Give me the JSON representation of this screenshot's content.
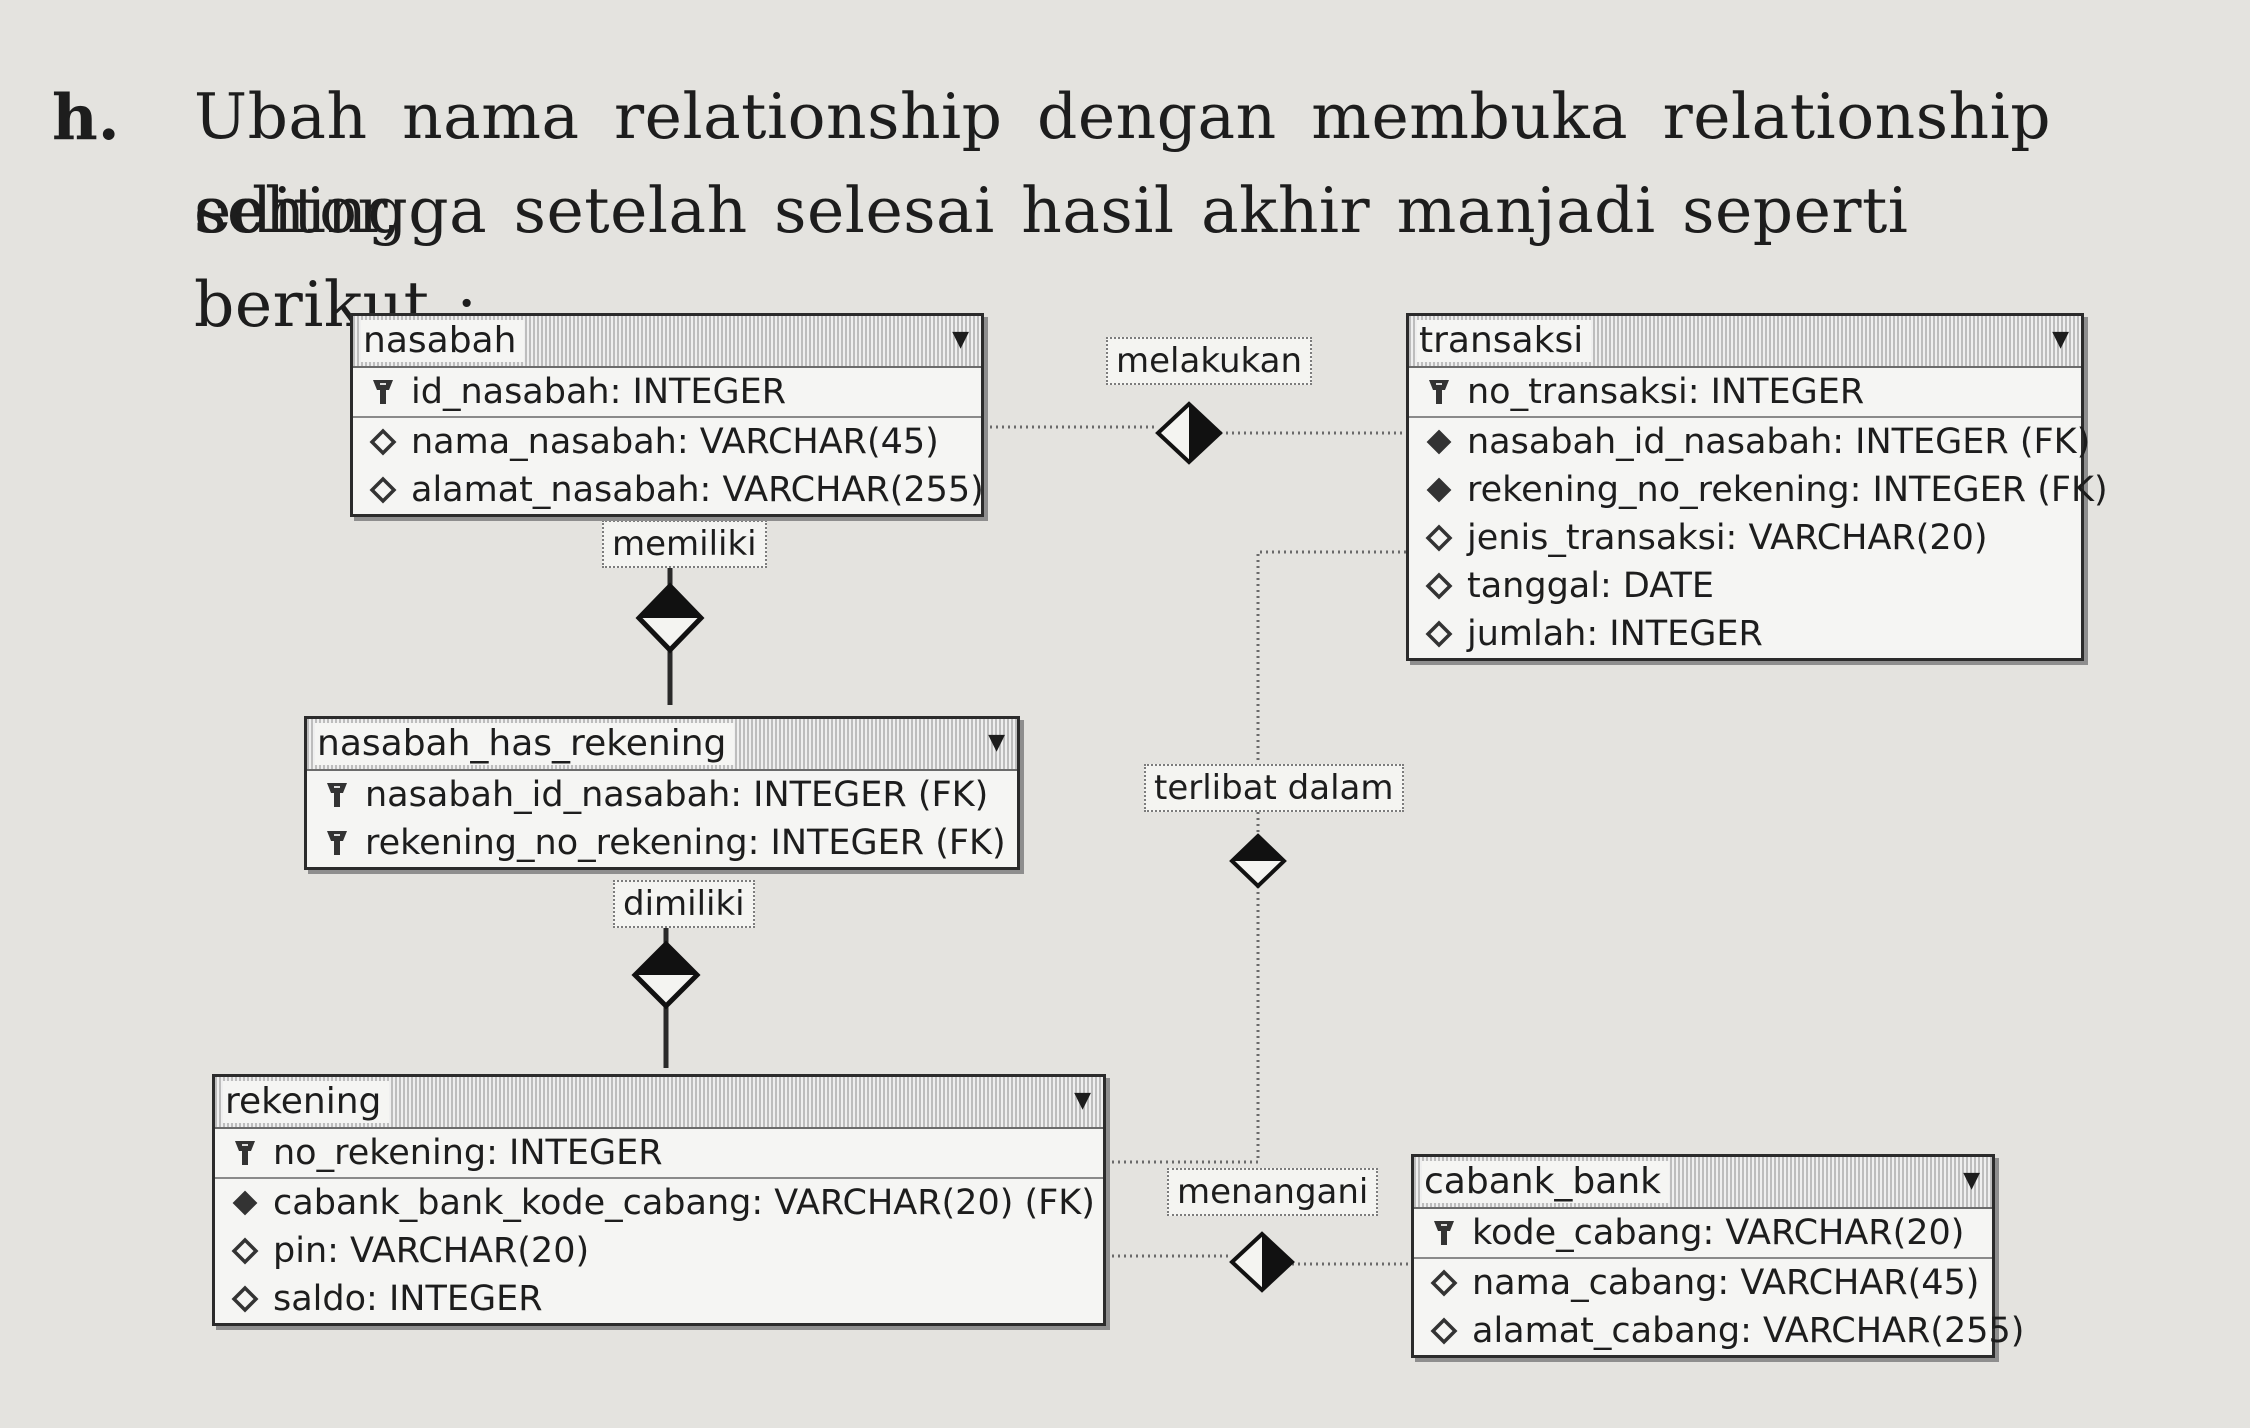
{
  "instruction": {
    "letter": "h.",
    "line1": "Ubah nama relationship dengan membuka relationship editor,",
    "line2": "sehingga setelah selesai hasil akhir manjadi seperti berikut :"
  },
  "entities": {
    "nasabah": {
      "name": "nasabah",
      "columns": [
        {
          "text": "id_nasabah: INTEGER",
          "icon": "key-icon"
        },
        {
          "text": "nama_nasabah: VARCHAR(45)",
          "icon": "hollow-diamond-icon"
        },
        {
          "text": "alamat_nasabah: VARCHAR(255)",
          "icon": "hollow-diamond-icon"
        }
      ]
    },
    "transaksi": {
      "name": "transaksi",
      "columns": [
        {
          "text": "no_transaksi: INTEGER",
          "icon": "key-icon"
        },
        {
          "text": "nasabah_id_nasabah: INTEGER (FK)",
          "icon": "filled-diamond-icon"
        },
        {
          "text": "rekening_no_rekening: INTEGER (FK)",
          "icon": "filled-diamond-icon"
        },
        {
          "text": "jenis_transaksi: VARCHAR(20)",
          "icon": "hollow-diamond-icon"
        },
        {
          "text": "tanggal: DATE",
          "icon": "hollow-diamond-icon"
        },
        {
          "text": "jumlah: INTEGER",
          "icon": "hollow-diamond-icon"
        }
      ]
    },
    "nasabah_has_rekening": {
      "name": "nasabah_has_rekening",
      "columns": [
        {
          "text": "nasabah_id_nasabah: INTEGER (FK)",
          "icon": "key-icon"
        },
        {
          "text": "rekening_no_rekening: INTEGER (FK)",
          "icon": "key-icon"
        }
      ]
    },
    "rekening": {
      "name": "rekening",
      "columns": [
        {
          "text": "no_rekening: INTEGER",
          "icon": "key-icon"
        },
        {
          "text": "cabank_bank_kode_cabang: VARCHAR(20) (FK)",
          "icon": "filled-diamond-icon"
        },
        {
          "text": "pin: VARCHAR(20)",
          "icon": "hollow-diamond-icon"
        },
        {
          "text": "saldo: INTEGER",
          "icon": "hollow-diamond-icon"
        }
      ]
    },
    "cabank_bank": {
      "name": "cabank_bank",
      "columns": [
        {
          "text": "kode_cabang: VARCHAR(20)",
          "icon": "key-icon"
        },
        {
          "text": "nama_cabang: VARCHAR(45)",
          "icon": "hollow-diamond-icon"
        },
        {
          "text": "alamat_cabang: VARCHAR(255)",
          "icon": "hollow-diamond-icon"
        }
      ]
    }
  },
  "relationships": {
    "melakukan": "melakukan",
    "memiliki": "memiliki",
    "dimiliki": "dimiliki",
    "terlibat_dalam": "terlibat dalam",
    "menangani": "menangani"
  },
  "dropdown_glyph": "▼"
}
